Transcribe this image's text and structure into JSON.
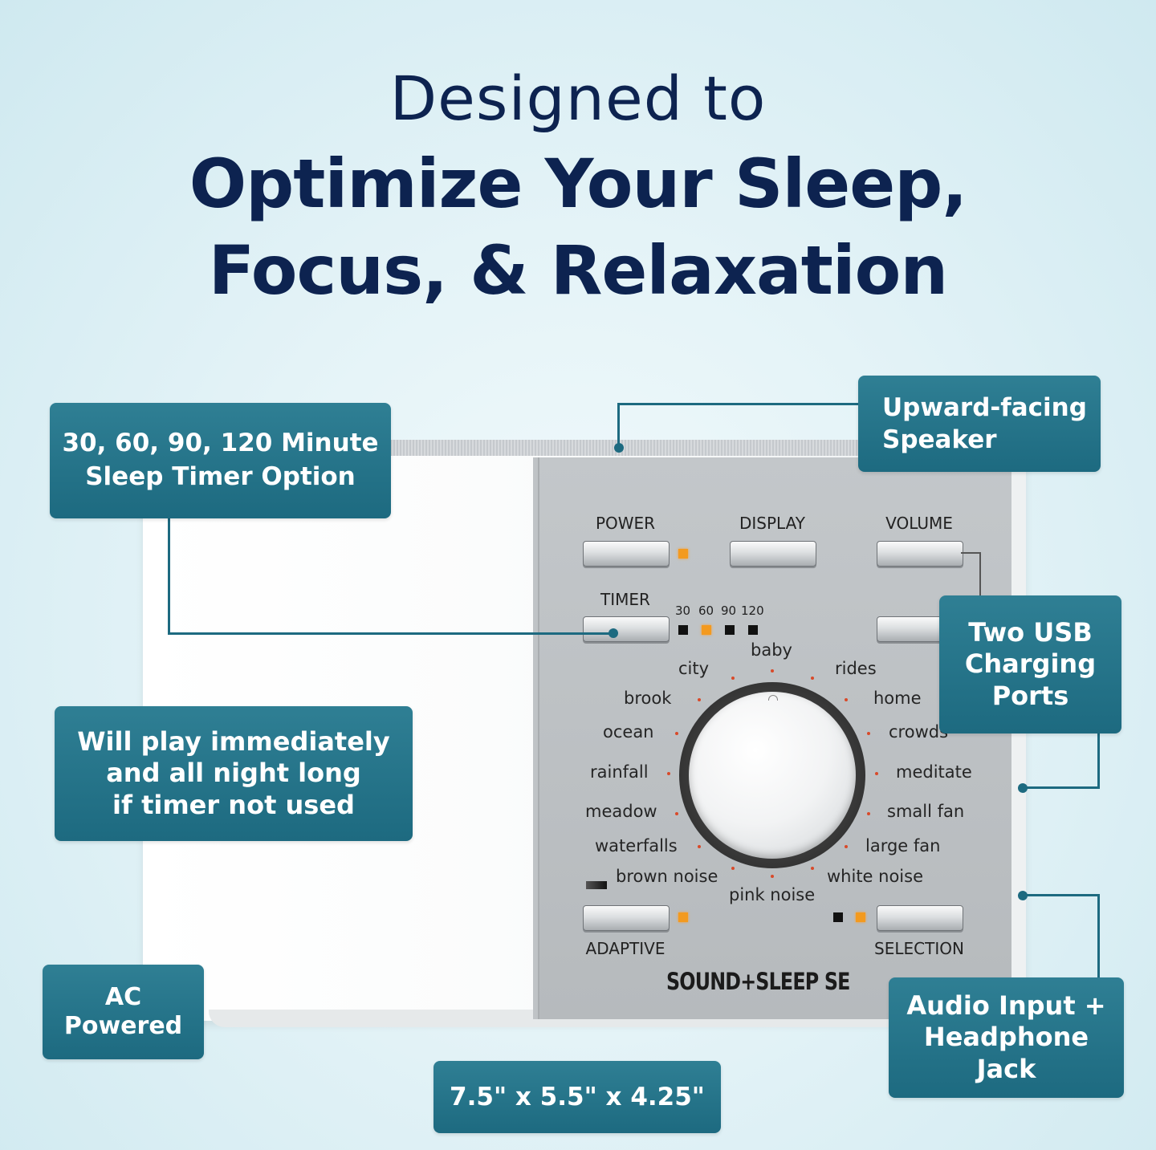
{
  "headline": {
    "sub": "Designed to",
    "line1": "Optimize Your Sleep,",
    "line2": "Focus, & Relaxation"
  },
  "callouts": {
    "timer": "30, 60, 90, 120 Minute\nSleep Timer Option",
    "speaker": "Upward-facing\nSpeaker",
    "usb": "Two USB\nCharging\nPorts",
    "immediate": "Will play immediately\nand all night long\nif timer not used",
    "ac": "AC\nPowered",
    "dimensions": "7.5\" x 5.5\" x 4.25\"",
    "audio": "Audio Input +\nHeadphone\nJack"
  },
  "device": {
    "buttons": {
      "power": "POWER",
      "display": "DISPLAY",
      "volume": "VOLUME",
      "timer": "TIMER",
      "adaptive": "ADAPTIVE",
      "selection": "SELECTION"
    },
    "timer_options": [
      "30",
      "60",
      "90",
      "120"
    ],
    "timer_selected": "60",
    "sounds": {
      "baby": "baby",
      "city": "city",
      "rides": "rides",
      "brook": "brook",
      "home": "home",
      "ocean": "ocean",
      "crowds": "crowds",
      "rainfall": "rainfall",
      "meditate": "meditate",
      "meadow": "meadow",
      "small_fan": "small fan",
      "waterfalls": "waterfalls",
      "large_fan": "large fan",
      "brown_noise": "brown noise",
      "white_noise": "white noise",
      "pink_noise": "pink noise"
    },
    "brand": "SOUND+SLEEP SE"
  },
  "colors": {
    "headline": "#0d2350",
    "callout": "#1d6a80",
    "led_on": "#f39a1f"
  }
}
